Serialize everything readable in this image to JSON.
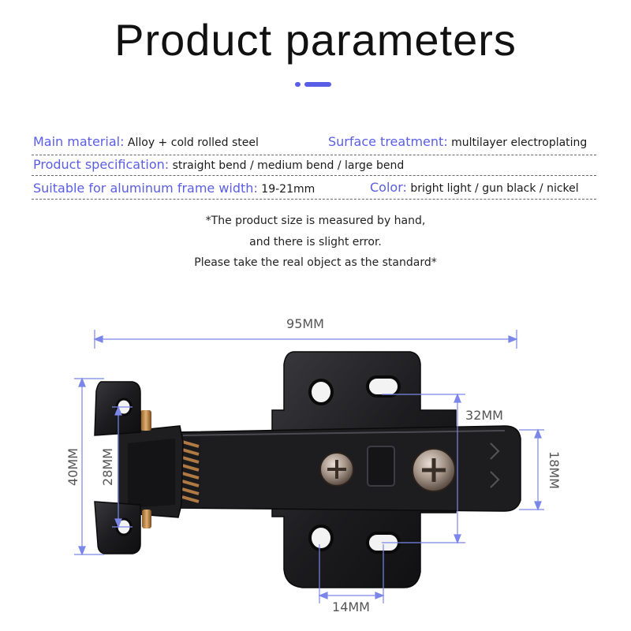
{
  "title": "Product parameters",
  "colors": {
    "accent": "#5a5ee6",
    "label": "#5a5ee6",
    "hinge": "#1b1b1d",
    "dimension_line": "#7b86e8"
  },
  "specs": [
    {
      "label": "Main material",
      "sep": ":",
      "value": " Alloy + cold rolled steel"
    },
    {
      "label": "Surface treatment",
      "sep": ":",
      "value": " multilayer electroplating"
    },
    {
      "label": "Product specification",
      "sep": ":",
      "value": " straight bend / medium bend / large bend"
    },
    {
      "label": "Suitable for aluminum frame width",
      "sep": ":",
      "value": " 19-21mm"
    },
    {
      "label": "Color",
      "sep": ":",
      "value": " bright light / gun black / nickel"
    }
  ],
  "notes": [
    "*The product size is measured by hand,",
    "and there is slight error.",
    "Please take the real object as the standard*"
  ],
  "dimensions": {
    "width_total": "95MM",
    "height_total": "40MM",
    "inner_height": "28MM",
    "hole_spacing_vertical": "32MM",
    "arm_height": "18MM",
    "hole_spacing_horizontal": "14MM"
  }
}
